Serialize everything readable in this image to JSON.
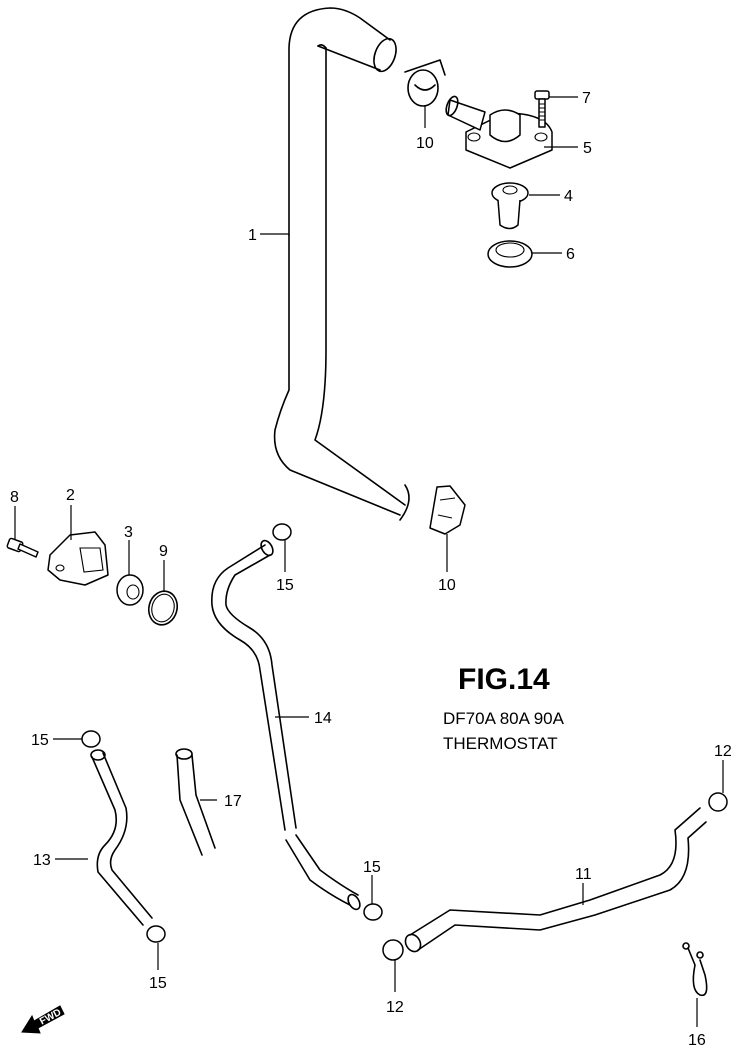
{
  "figure": {
    "title": "FIG.14",
    "models": "DF70A 80A 90A",
    "name": "THERMOSTAT",
    "direction_badge": "FWD"
  },
  "callouts": {
    "c1": "1",
    "c2": "2",
    "c3": "3",
    "c4": "4",
    "c5": "5",
    "c6": "6",
    "c7": "7",
    "c8": "8",
    "c9": "9",
    "c10a": "10",
    "c10b": "10",
    "c11": "11",
    "c12a": "12",
    "c12b": "12",
    "c13": "13",
    "c14": "14",
    "c15a": "15",
    "c15b": "15",
    "c15c": "15",
    "c15d": "15",
    "c16": "16",
    "c17": "17"
  }
}
